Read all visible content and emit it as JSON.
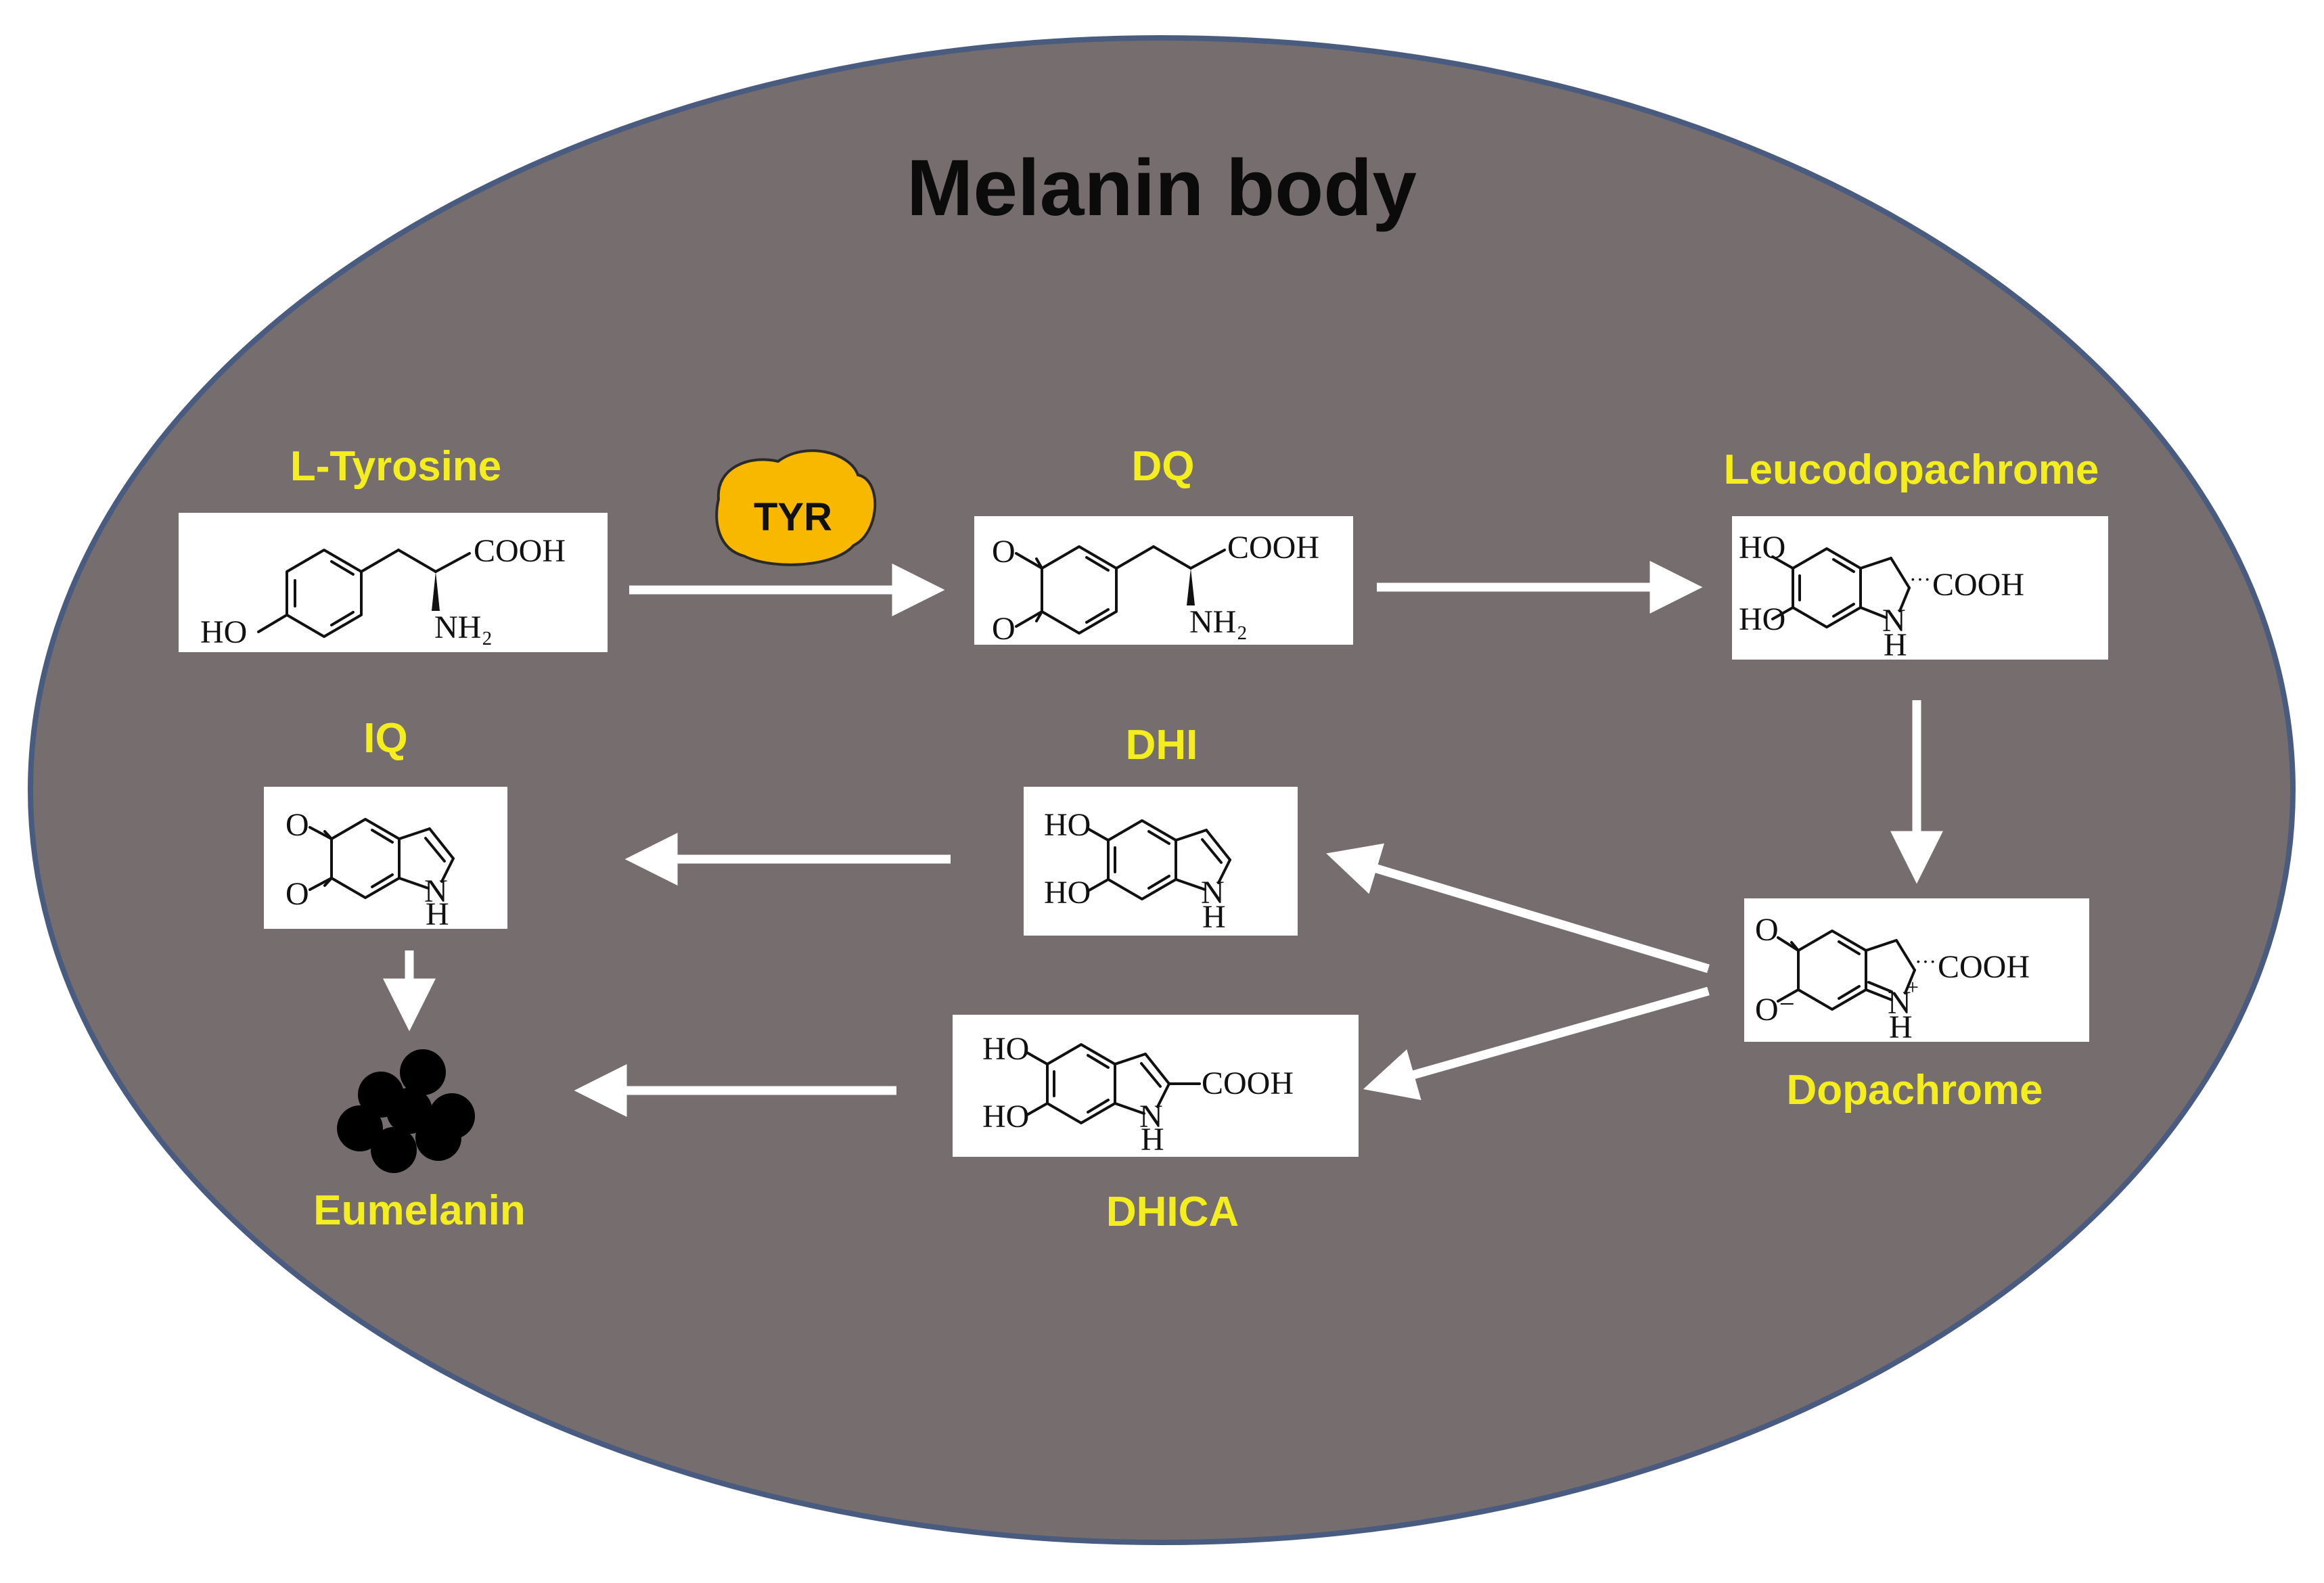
{
  "title": "Melanin body",
  "enzyme": "TYR",
  "compounds": {
    "l_tyrosine": "L-Tyrosine",
    "dq": "DQ",
    "leucodopachrome": "Leucodopachrome",
    "dopachrome": "Dopachrome",
    "dhi": "DHI",
    "dhica": "DHICA",
    "iq": "IQ",
    "eumelanin": "Eumelanin"
  },
  "structure_text": {
    "ho": "HO",
    "cooh": "COOH",
    "nh2": "NH₂",
    "o": "O",
    "o_minus": "O⁻",
    "n": "N",
    "h": "H",
    "plus": "+",
    "stereo_dots": "···"
  },
  "colors": {
    "cell_fill": "#766e6e",
    "cell_stroke": "#4a5b80",
    "label_yellow": "#f5ee1e",
    "enzyme_fill": "#f8b800",
    "arrow": "#ffffff",
    "granule": "#000000"
  }
}
